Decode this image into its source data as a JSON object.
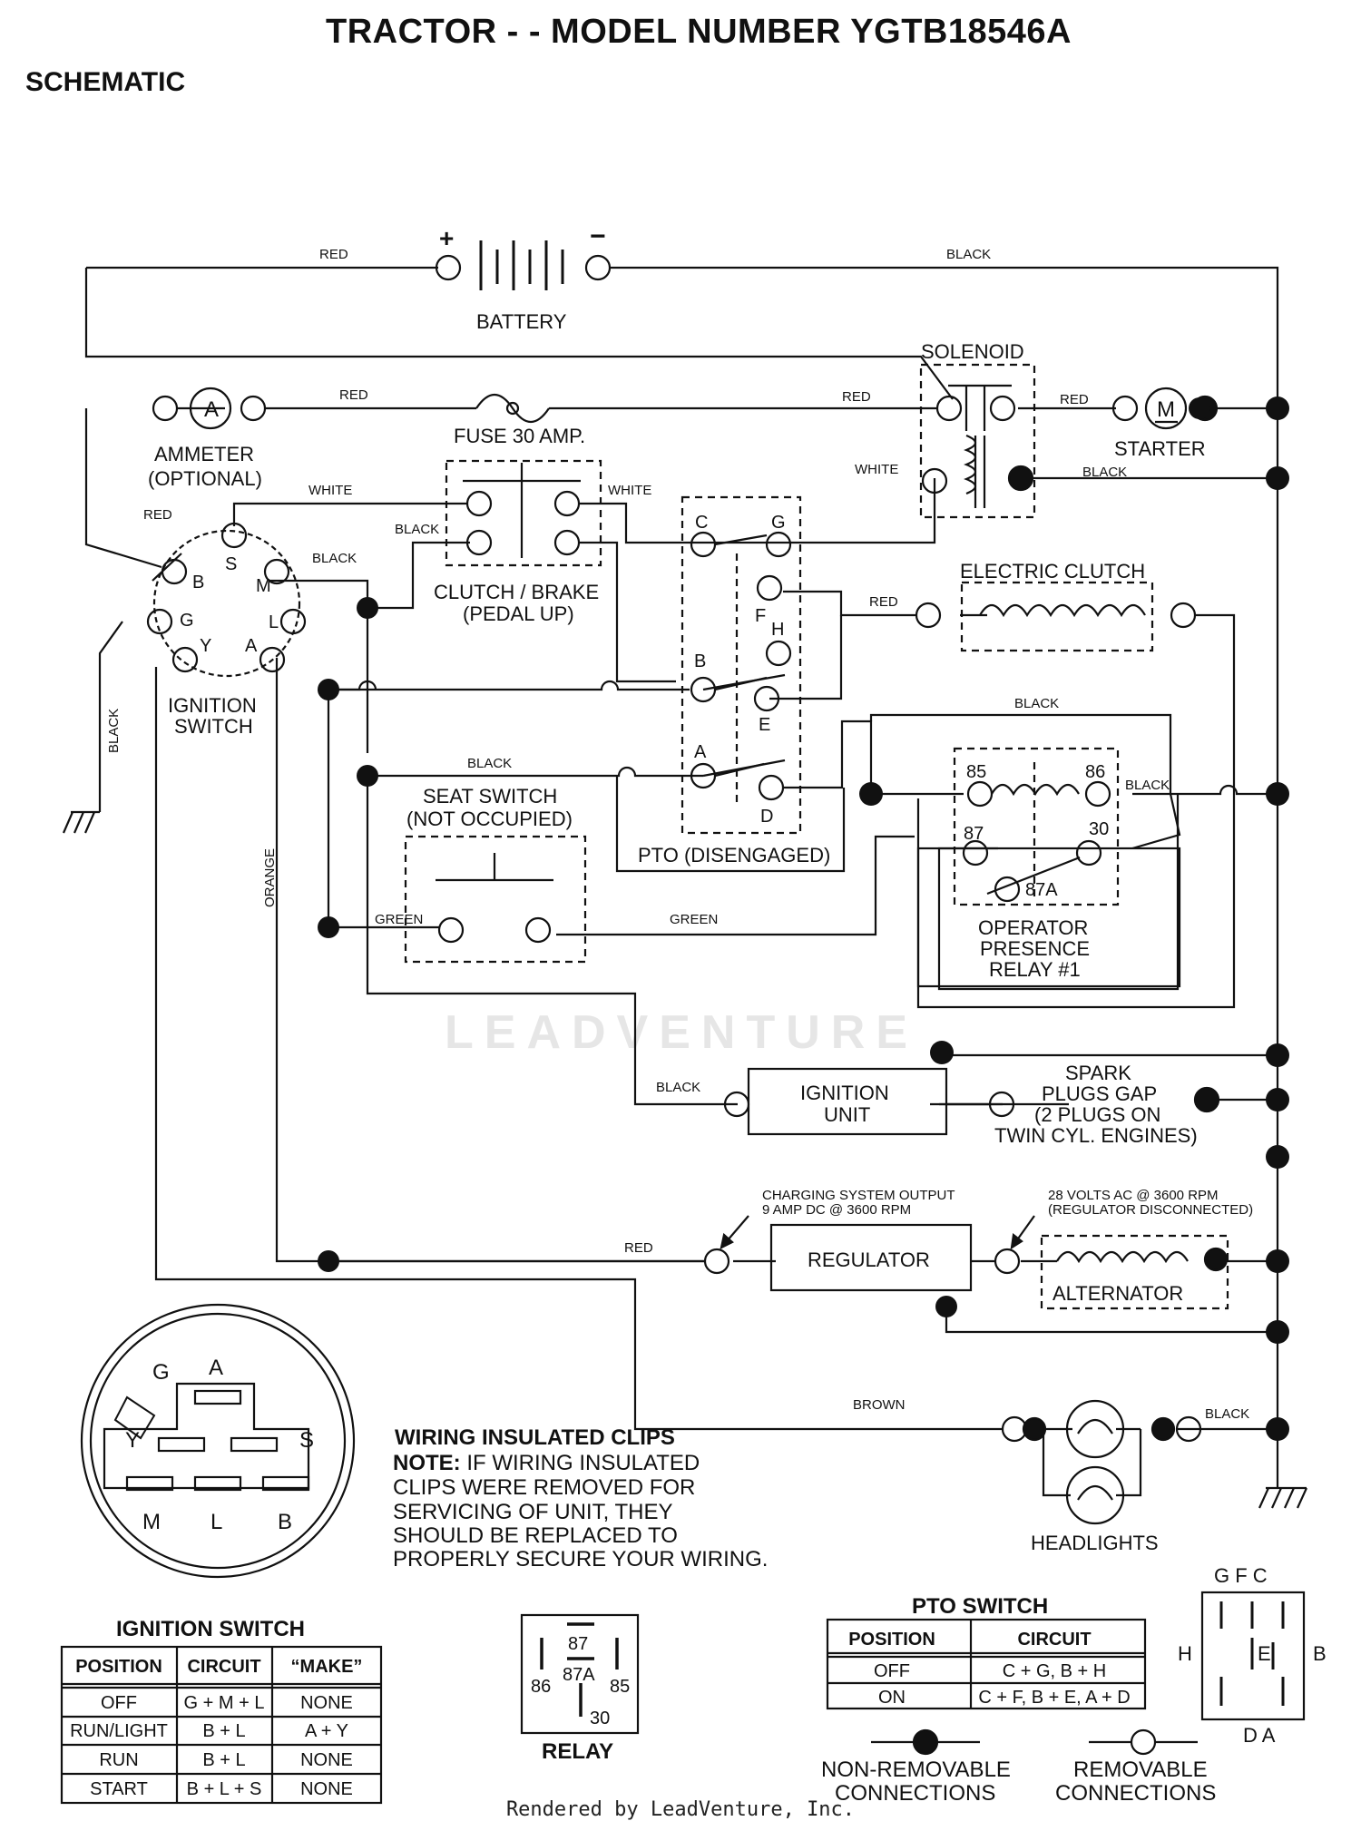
{
  "title": "TRACTOR - - MODEL NUMBER YGTB18546A",
  "subtitle": "SCHEMATIC",
  "watermark": "LEADVENTURE",
  "footer": "Rendered by LeadVenture, Inc.",
  "components": {
    "battery": "BATTERY",
    "battery_plus": "+",
    "battery_minus": "−",
    "solenoid": "SOLENOID",
    "starter": "STARTER",
    "starter_symbol": "M",
    "ammeter_line1": "AMMETER",
    "ammeter_line2": "(OPTIONAL)",
    "ammeter_symbol": "A",
    "fuse": "FUSE 30 AMP.",
    "clutch_brake_line1": "CLUTCH / BRAKE",
    "clutch_brake_line2": "(PEDAL UP)",
    "electric_clutch": "ELECTRIC CLUTCH",
    "ignition_switch_line1": "IGNITION",
    "ignition_switch_line2": "SWITCH",
    "seat_switch_line1": "SEAT SWITCH",
    "seat_switch_line2": "(NOT OCCUPIED)",
    "pto": "PTO (DISENGAGED)",
    "relay_line1": "OPERATOR",
    "relay_line2": "PRESENCE",
    "relay_line3": "RELAY #1",
    "ignition_unit_line1": "IGNITION",
    "ignition_unit_line2": "UNIT",
    "spark_line1": "SPARK",
    "spark_line2": "PLUGS GAP",
    "spark_line3": "(2 PLUGS ON",
    "spark_line4": "TWIN CYL. ENGINES)",
    "regulator": "REGULATOR",
    "alternator": "ALTERNATOR",
    "headlights": "HEADLIGHTS",
    "charging_line1": "CHARGING SYSTEM OUTPUT",
    "charging_line2": "9 AMP DC @ 3600 RPM",
    "volts_line1": "28 VOLTS AC @ 3600 RPM",
    "volts_line2": "(REGULATOR DISCONNECTED)"
  },
  "wire_labels": {
    "red": "RED",
    "black": "BLACK",
    "white": "WHITE",
    "green": "GREEN",
    "orange": "ORANGE",
    "brown": "BROWN"
  },
  "ignition_terminals": {
    "B": "B",
    "S": "S",
    "M": "M",
    "G": "G",
    "L": "L",
    "Y": "Y",
    "A": "A"
  },
  "pto_terminals": {
    "C": "C",
    "G": "G",
    "F": "F",
    "H": "H",
    "B": "B",
    "E": "E",
    "A": "A",
    "D": "D"
  },
  "relay_terminals": {
    "t85": "85",
    "t86": "86",
    "t87": "87",
    "t30": "30",
    "t87a": "87A"
  },
  "note": {
    "heading": "WIRING INSULATED CLIPS",
    "line1_bold": "NOTE:",
    "line1": " IF WIRING INSULATED",
    "line2": "CLIPS WERE REMOVED FOR",
    "line3": "SERVICING OF UNIT, THEY",
    "line4": "SHOULD BE REPLACED TO",
    "line5": "PROPERLY SECURE YOUR WIRING."
  },
  "ignition_table": {
    "title": "IGNITION SWITCH",
    "headers": [
      "POSITION",
      "CIRCUIT",
      "“MAKE”"
    ],
    "rows": [
      [
        "OFF",
        "G + M + L",
        "NONE"
      ],
      [
        "RUN/LIGHT",
        "B + L",
        "A + Y"
      ],
      [
        "RUN",
        "B + L",
        "NONE"
      ],
      [
        "START",
        "B + L + S",
        "NONE"
      ]
    ]
  },
  "pto_table": {
    "title": "PTO SWITCH",
    "headers": [
      "POSITION",
      "CIRCUIT"
    ],
    "rows": [
      [
        "OFF",
        "C + G, B + H"
      ],
      [
        "ON",
        "C + F, B + E, A + D"
      ]
    ]
  },
  "relay_diagram": {
    "title": "RELAY",
    "t87": "87",
    "t87a": "87A",
    "t86": "86",
    "t85": "85",
    "t30": "30"
  },
  "pto_diagram": {
    "top": "G F C",
    "H": "H",
    "E": "E",
    "B": "B",
    "bottom": "D A"
  },
  "connector_diagram": {
    "G": "G",
    "A": "A",
    "Y": "Y",
    "S": "S",
    "M": "M",
    "L": "L",
    "B": "B"
  },
  "legend": {
    "nonremovable_line1": "NON-REMOVABLE",
    "nonremovable_line2": "CONNECTIONS",
    "removable_line1": "REMOVABLE",
    "removable_line2": "CONNECTIONS"
  }
}
